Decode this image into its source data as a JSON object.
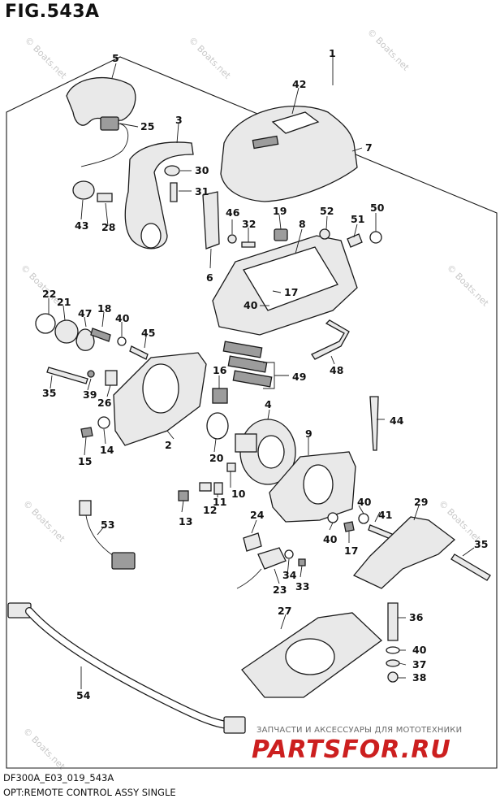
{
  "figure": {
    "title": "FIG.543A",
    "code": "DF300A_E03_019_543A",
    "description": "OPT:REMOTE CONTROL ASSY SINGLE"
  },
  "watermark": "© Boats.net",
  "brand": {
    "tagline": "ЗАПЧАСТИ И АКСЕССУАРЫ ДЛЯ МОТОТЕХНИКИ",
    "logo_text": "PARTSFOR.RU",
    "color": "#cc1f1f"
  },
  "callouts": [
    "1",
    "2",
    "3",
    "4",
    "5",
    "6",
    "7",
    "8",
    "9",
    "10",
    "11",
    "12",
    "13",
    "14",
    "15",
    "16",
    "17",
    "17",
    "18",
    "19",
    "20",
    "21",
    "22",
    "23",
    "24",
    "25",
    "26",
    "27",
    "28",
    "29",
    "30",
    "31",
    "32",
    "33",
    "34",
    "35",
    "35",
    "36",
    "37",
    "38",
    "39",
    "40",
    "40",
    "40",
    "40",
    "40",
    "41",
    "42",
    "43",
    "44",
    "45",
    "46",
    "47",
    "48",
    "49",
    "50",
    "51",
    "52",
    "53",
    "54"
  ]
}
